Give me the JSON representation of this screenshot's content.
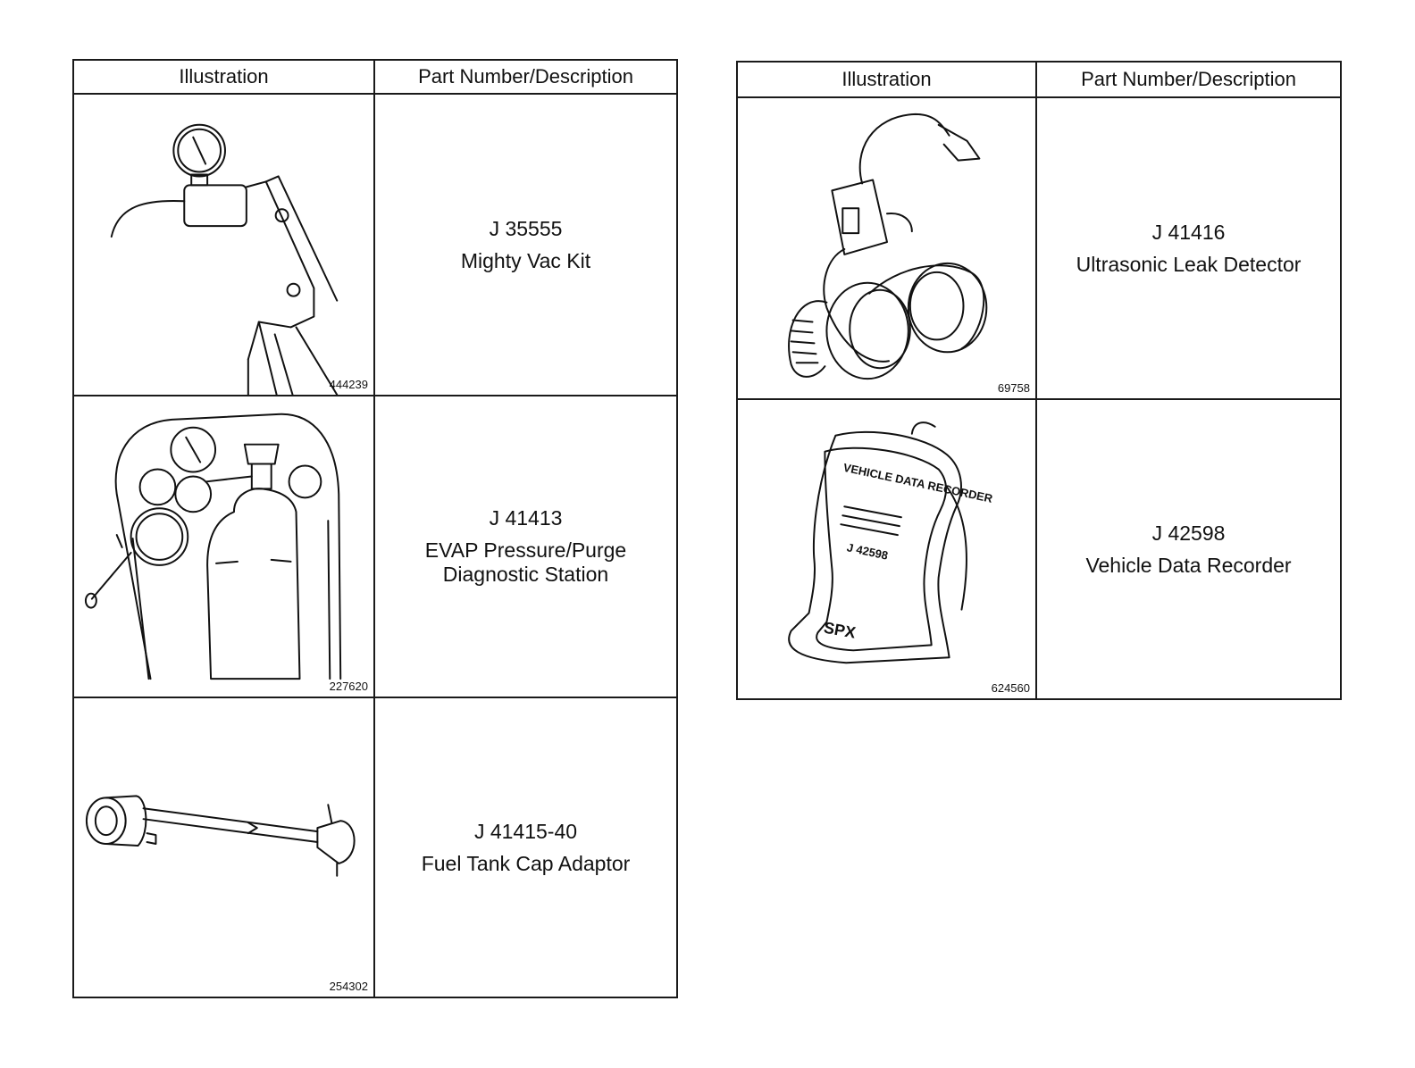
{
  "left_table": {
    "headers": [
      "Illustration",
      "Part Number/Description"
    ],
    "rows": [
      {
        "part_number": "J 35555",
        "description": "Mighty Vac Kit",
        "figure_number": "444239",
        "illustration_icon": "vacuum-pump-gauge-icon"
      },
      {
        "part_number": "J 41413",
        "description": "EVAP Pressure/Purge\nDiagnostic Station",
        "figure_number": "227620",
        "illustration_icon": "gas-cylinder-station-icon"
      },
      {
        "part_number": "J 41415-40",
        "description": "Fuel Tank Cap Adaptor",
        "figure_number": "254302",
        "illustration_icon": "fuel-cap-adaptor-icon"
      }
    ]
  },
  "right_table": {
    "headers": [
      "Illustration",
      "Part Number/Description"
    ],
    "rows": [
      {
        "part_number": "J 41416",
        "description": "Ultrasonic Leak Detector",
        "figure_number": "69758",
        "illustration_icon": "ultrasonic-headphones-icon"
      },
      {
        "part_number": "J 42598",
        "description": "Vehicle Data Recorder",
        "figure_number": "624560",
        "illustration_icon": "handheld-recorder-icon",
        "device_labels": {
          "title": "VEHICLE DATA RECORDER",
          "model": "J 42598",
          "brand": "SPX"
        }
      }
    ]
  }
}
